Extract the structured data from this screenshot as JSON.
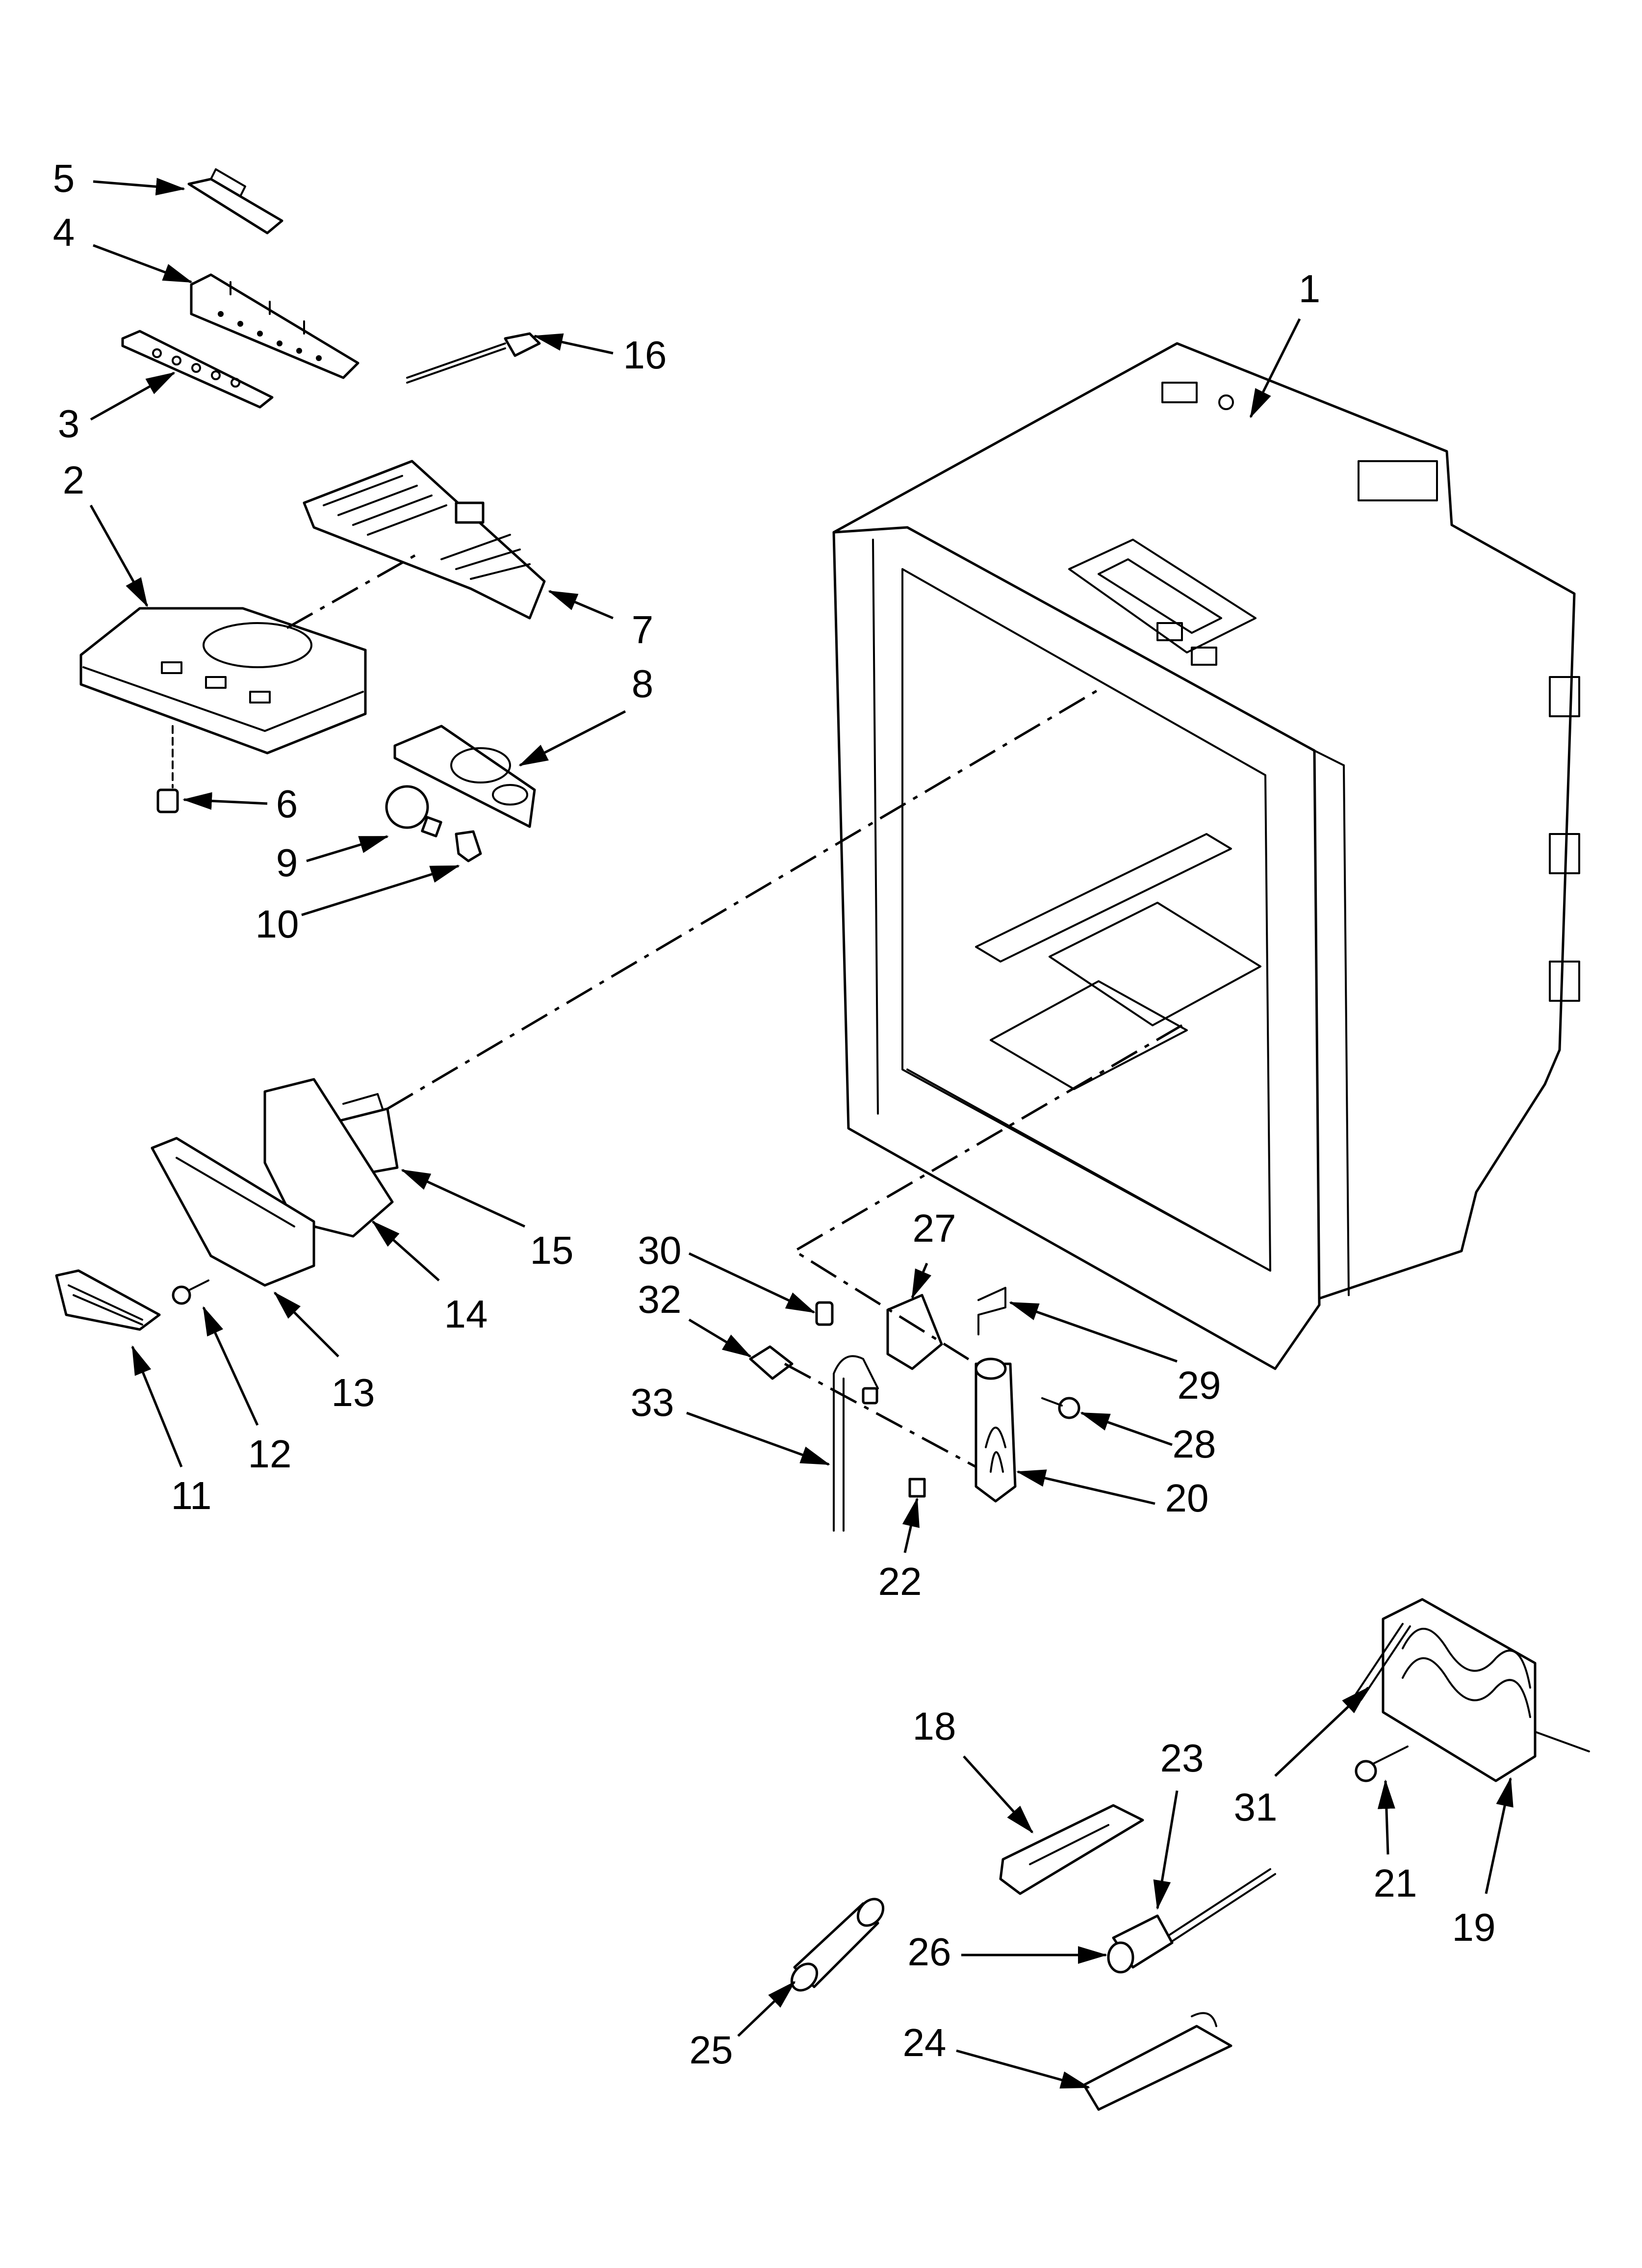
{
  "callouts": {
    "c1": "1",
    "c2": "2",
    "c3": "3",
    "c4": "4",
    "c5": "5",
    "c6": "6",
    "c7": "7",
    "c8": "8",
    "c9": "9",
    "c10": "10",
    "c11": "11",
    "c12": "12",
    "c13": "13",
    "c14": "14",
    "c15": "15",
    "c16": "16",
    "c18": "18",
    "c19": "19",
    "c20": "20",
    "c21": "21",
    "c22": "22",
    "c23": "23",
    "c24": "24",
    "c25": "25",
    "c26": "26",
    "c27": "27",
    "c28": "28",
    "c29": "29",
    "c30": "30",
    "c31": "31",
    "c32": "32",
    "c33": "33"
  }
}
